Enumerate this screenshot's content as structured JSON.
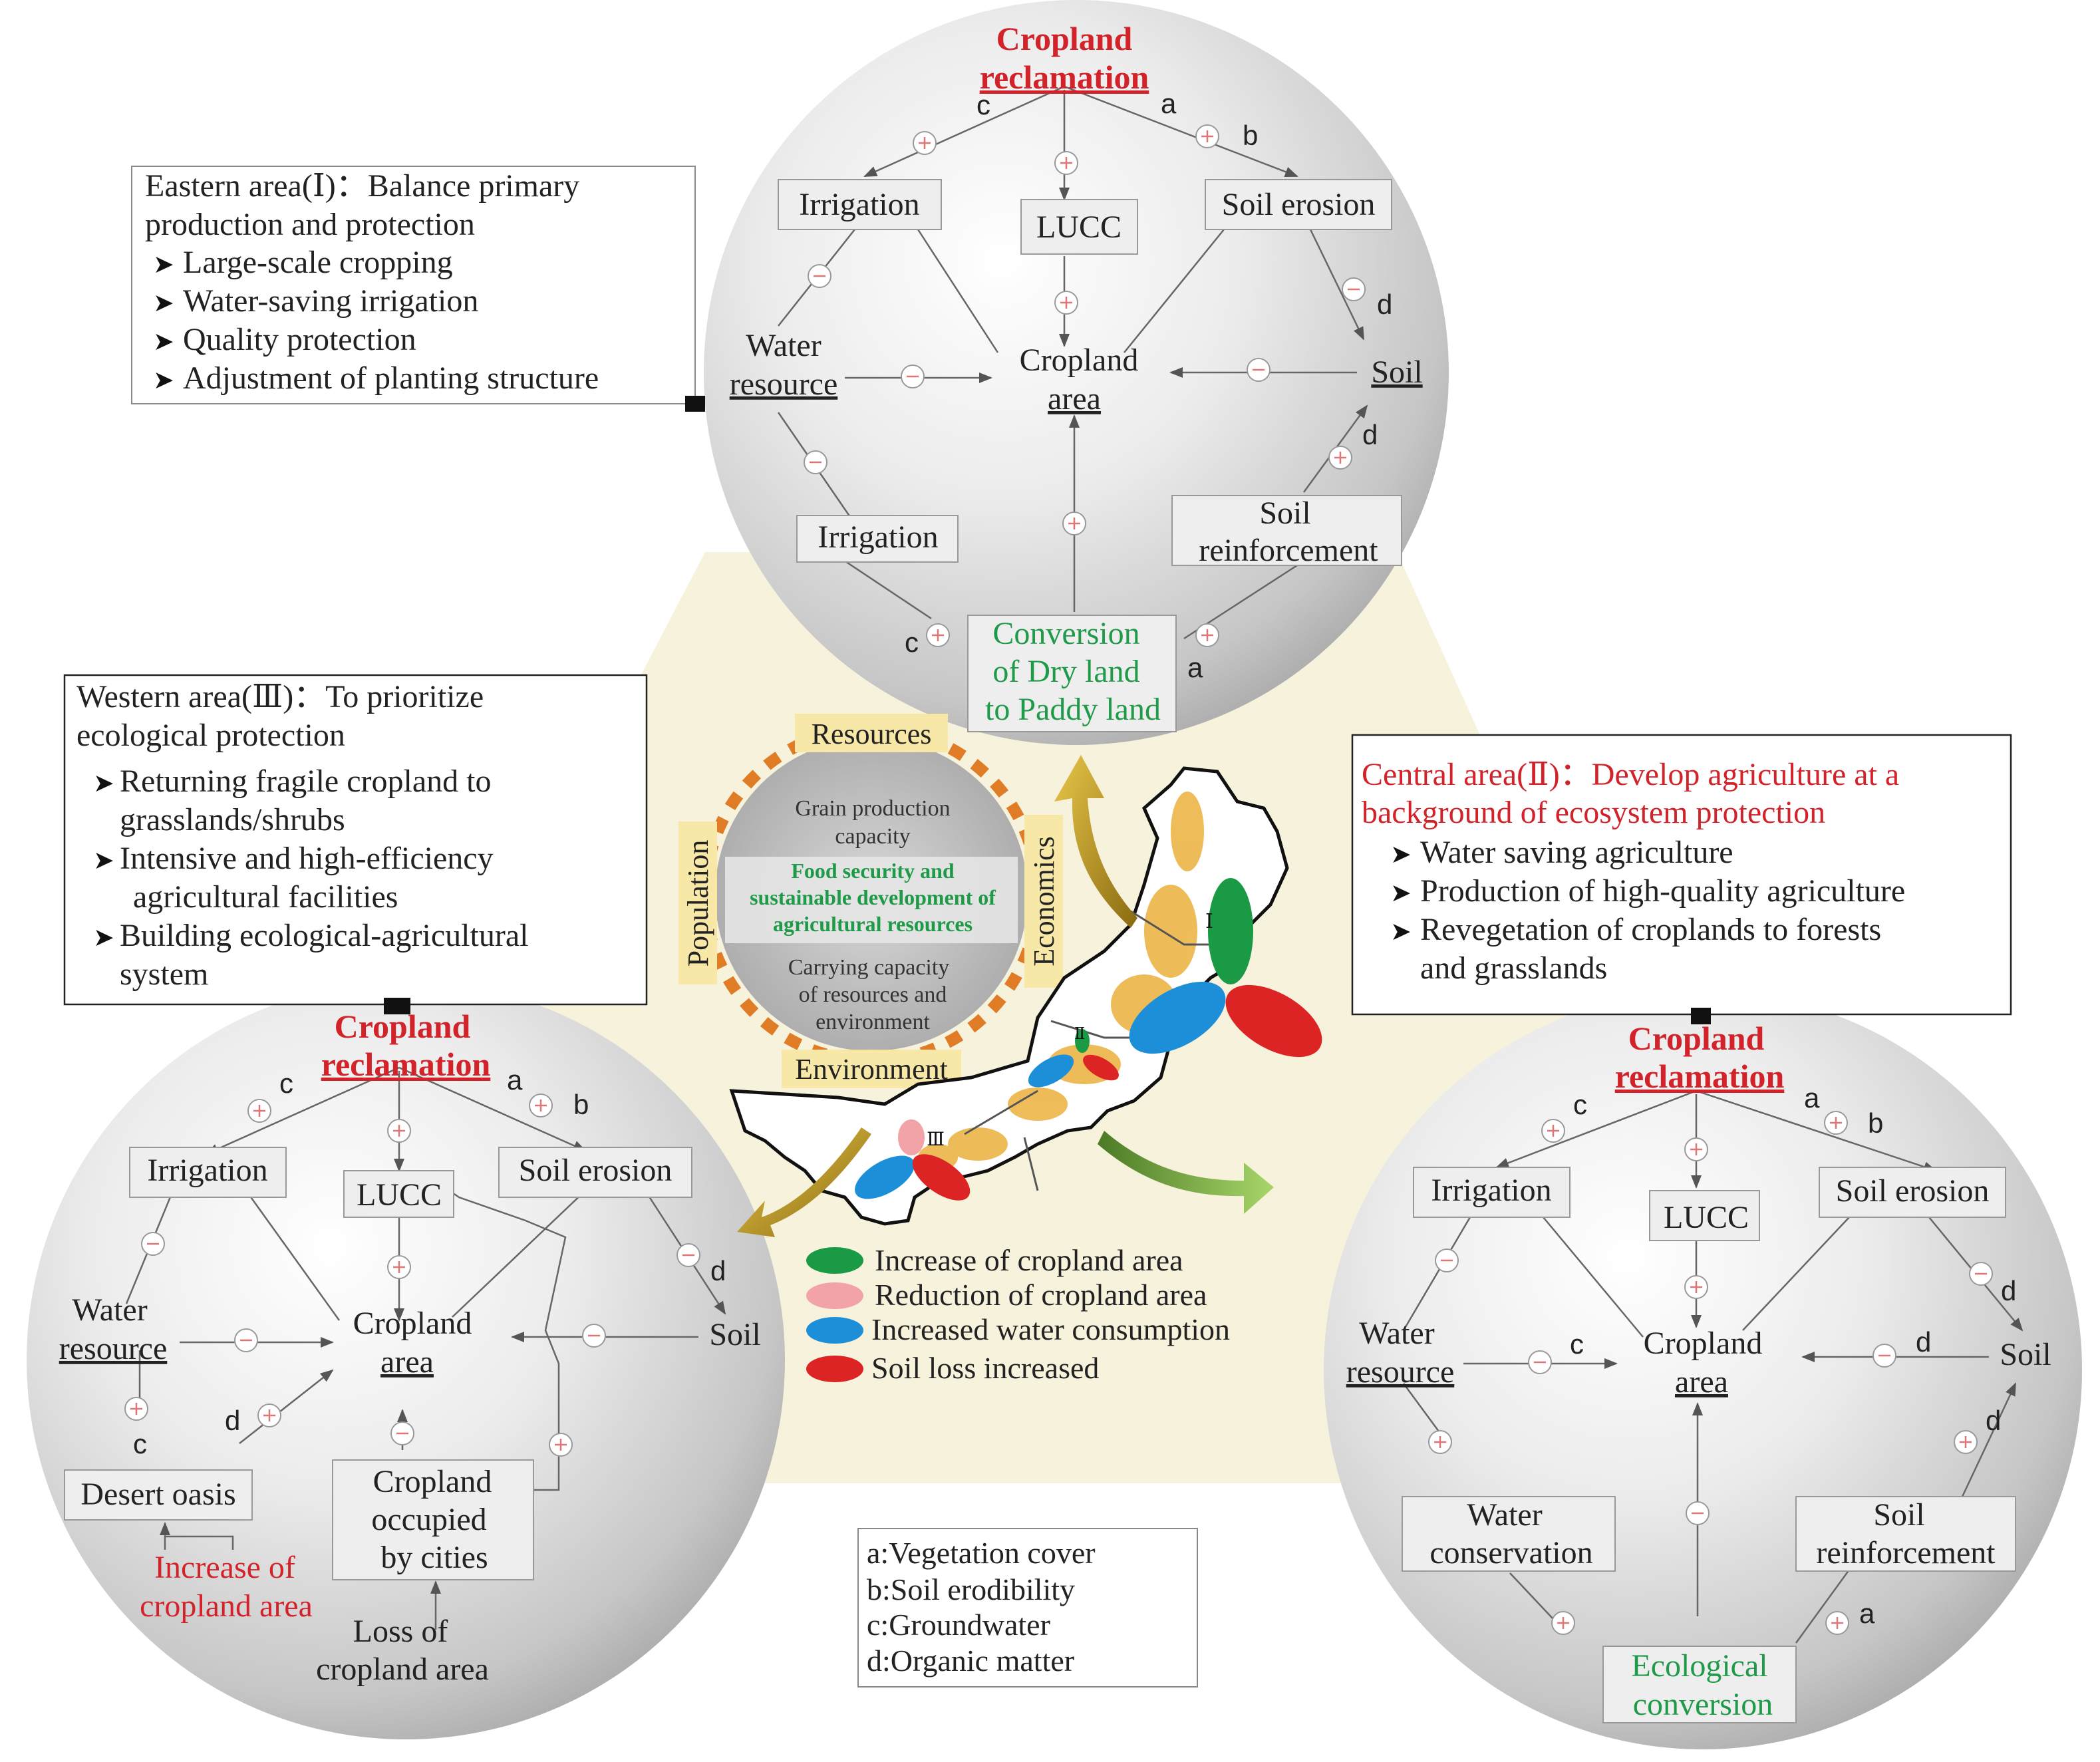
{
  "colors": {
    "title_red": "#d2232a",
    "green_text": "#1f9a48",
    "dash_orange": "#e07b26",
    "label_bg": "#f7e8a8",
    "hub_fill": "#f7f2dc",
    "oval_green": "#1a9a45",
    "oval_pink": "#f2a3a8",
    "oval_blue": "#1d8fd9",
    "oval_red": "#dd2424"
  },
  "cloud": {
    "labels": {
      "resources": "Resources",
      "economics": "Economics",
      "environment": "Environment",
      "population": "Population"
    },
    "center_top": [
      "Grain production",
      "capacity"
    ],
    "center_mid": [
      "Food security and",
      "sustainable development of",
      "agricultural resources"
    ],
    "center_bottom": [
      "Carrying capacity",
      "of resources and",
      "environment"
    ]
  },
  "legend": {
    "increase": "Increase of cropland area",
    "reduction": "Reduction of cropland area",
    "water": "Increased water consumption",
    "soil": "Soil loss increased"
  },
  "factor_key": [
    "a:Vegetation cover",
    "b:Soil erodibility",
    "c:Groundwater",
    "d:Organic matter"
  ],
  "map_labels": {
    "east": "Ⅰ",
    "central": "Ⅱ",
    "west": "Ⅲ"
  },
  "eastern_box": {
    "title": [
      "Eastern area(Ⅰ)：Balance primary",
      "production and protection"
    ],
    "bullets": [
      "Large-scale cropping",
      "Water-saving irrigation",
      "Quality protection",
      "Adjustment of planting structure"
    ]
  },
  "western_box": {
    "title": [
      "Western area(Ⅲ)：To prioritize",
      "ecological protection"
    ],
    "bullets": [
      [
        "Returning fragile cropland to",
        "grasslands/shrubs"
      ],
      [
        "Intensive and high-efficiency",
        "agricultural facilities"
      ],
      [
        "Building ecological-agricultural",
        "system"
      ]
    ]
  },
  "central_box": {
    "title": [
      "Central area(Ⅱ)：Develop agriculture at a",
      "background of ecosystem protection"
    ],
    "bullets": [
      [
        "Water saving agriculture"
      ],
      [
        "Production of high-quality agriculture"
      ],
      [
        "Revegetation of croplands to forests",
        "and grasslands"
      ]
    ]
  },
  "east_circle": {
    "title": [
      "Cropland",
      "reclamation"
    ],
    "irrigation_top": "Irrigation",
    "lucc": "LUCC",
    "soil_erosion": "Soil erosion",
    "water": [
      "Water",
      "resource"
    ],
    "cropland": [
      "Cropland",
      "area"
    ],
    "soil": "Soil",
    "irrigation_bottom": "Irrigation",
    "soil_reinf": [
      "Soil",
      "reinforcement"
    ],
    "conversion": [
      "Conversion",
      "of Dry land",
      "to Paddy land"
    ],
    "letters": [
      "c",
      "a",
      "b",
      "d",
      "d",
      "c",
      "a"
    ]
  },
  "west_circle": {
    "title": [
      "Cropland",
      "reclamation"
    ],
    "irrigation": "Irrigation",
    "lucc": "LUCC",
    "soil_erosion": "Soil erosion",
    "water": [
      "Water",
      "resource"
    ],
    "cropland": [
      "Cropland",
      "area"
    ],
    "soil": "Soil",
    "desert": "Desert oasis",
    "occupied": [
      "Cropland",
      "occupied",
      "by cities"
    ],
    "increase": [
      "Increase of",
      "cropland area"
    ],
    "loss": [
      "Loss of",
      "cropland area"
    ],
    "letters": [
      "c",
      "a",
      "b",
      "d",
      "c",
      "d"
    ]
  },
  "central_circle": {
    "title": [
      "Cropland",
      "reclamation"
    ],
    "irrigation": "Irrigation",
    "lucc": "LUCC",
    "soil_erosion": "Soil erosion",
    "water": [
      "Water",
      "resource"
    ],
    "cropland": [
      "Cropland",
      "area"
    ],
    "soil": "Soil",
    "water_cons": [
      "Water",
      "conservation"
    ],
    "soil_reinf": [
      "Soil",
      "reinforcement"
    ],
    "eco": [
      "Ecological",
      "conversion"
    ],
    "letters": [
      "c",
      "a",
      "b",
      "d",
      "c",
      "d",
      "d",
      "a"
    ]
  }
}
